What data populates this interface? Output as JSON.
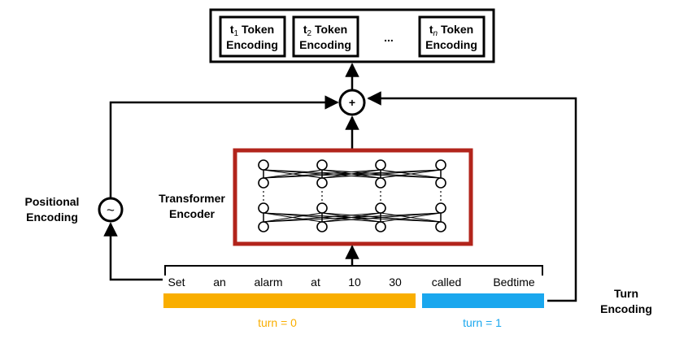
{
  "output_tokens": [
    {
      "prefix": "t",
      "sub": "1",
      "line1_rest": " Token",
      "line2": "Encoding",
      "italic_sub": false
    },
    {
      "prefix": "t",
      "sub": "2",
      "line1_rest": " Token",
      "line2": "Encoding",
      "italic_sub": false
    },
    {
      "prefix": "t",
      "sub": "n",
      "line1_rest": " Token",
      "line2": "Encoding",
      "italic_sub": true
    }
  ],
  "ellipsis": "...",
  "sum_symbol": "+",
  "sine_symbol": "~",
  "positional_label": [
    "Positional",
    "Encoding"
  ],
  "transformer_label": [
    "Transformer",
    "Encoder"
  ],
  "turn_encoding_label": [
    "Turn",
    "Encoding"
  ],
  "input_words": [
    "Set",
    "an",
    "alarm",
    "at",
    "10",
    "30",
    "called",
    "Bedtime"
  ],
  "turn_labels": [
    "turn = 0",
    "turn = 1"
  ],
  "colors": {
    "turn0": "#F9AE00",
    "turn1": "#1AA7EE",
    "encoder_border": "#B2241B",
    "line": "#000000"
  }
}
